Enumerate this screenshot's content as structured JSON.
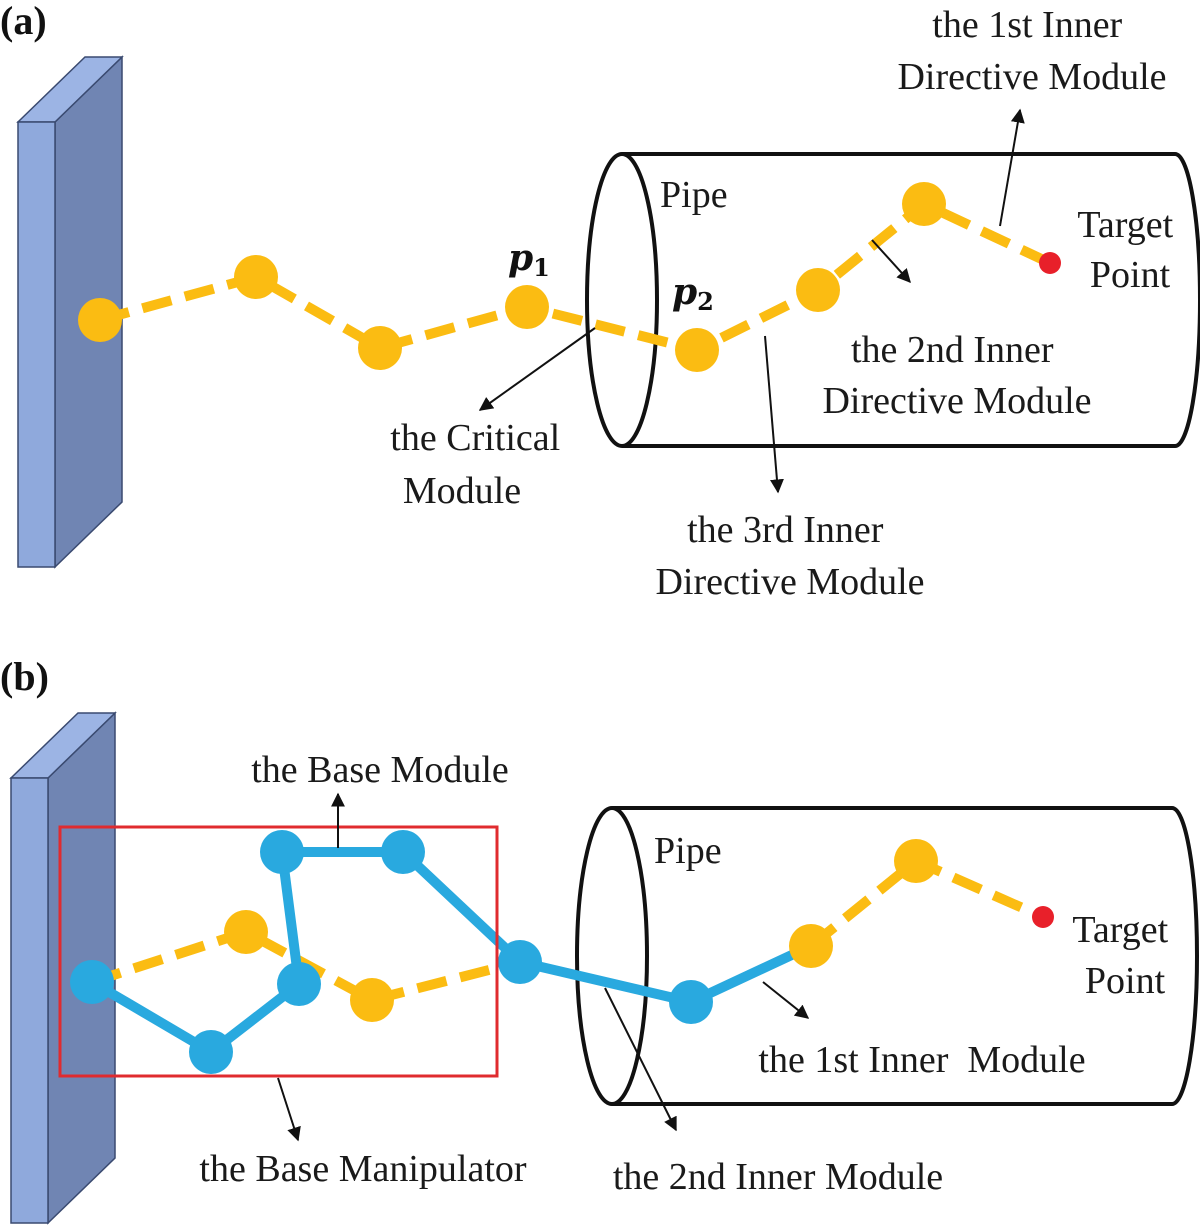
{
  "panel_a": {
    "tag": "(a)",
    "pipe_label": "Pipe",
    "target_label": [
      "Target",
      "Point"
    ],
    "p1_label": {
      "main": "p",
      "sub": "1"
    },
    "p2_label": {
      "main": "p",
      "sub": "2"
    },
    "critical_label": [
      "the Critical",
      "Module"
    ],
    "inner1_label": [
      "the 1st Inner",
      "Directive Module"
    ],
    "inner2_label": [
      "the 2nd Inner",
      "Directive Module"
    ],
    "inner3_label": [
      "the 3rd Inner",
      "Directive Module"
    ]
  },
  "panel_b": {
    "tag": "(b)",
    "pipe_label": "Pipe",
    "target_label": [
      "Target",
      "Point"
    ],
    "base_module_label": "the Base Module",
    "base_manipulator_label": "the Base Manipulator",
    "inner1_label": "the 1st Inner  Module",
    "inner2_label": "the 2nd Inner Module"
  },
  "colors": {
    "wall_front": "#8fa9dc",
    "wall_side": "#7085b3",
    "yellow_module": "#fbbc12",
    "blue_module": "#29a9df",
    "target": "#e8202a",
    "selection_box": "#e02b2f",
    "pipe_outline": "#111111"
  }
}
